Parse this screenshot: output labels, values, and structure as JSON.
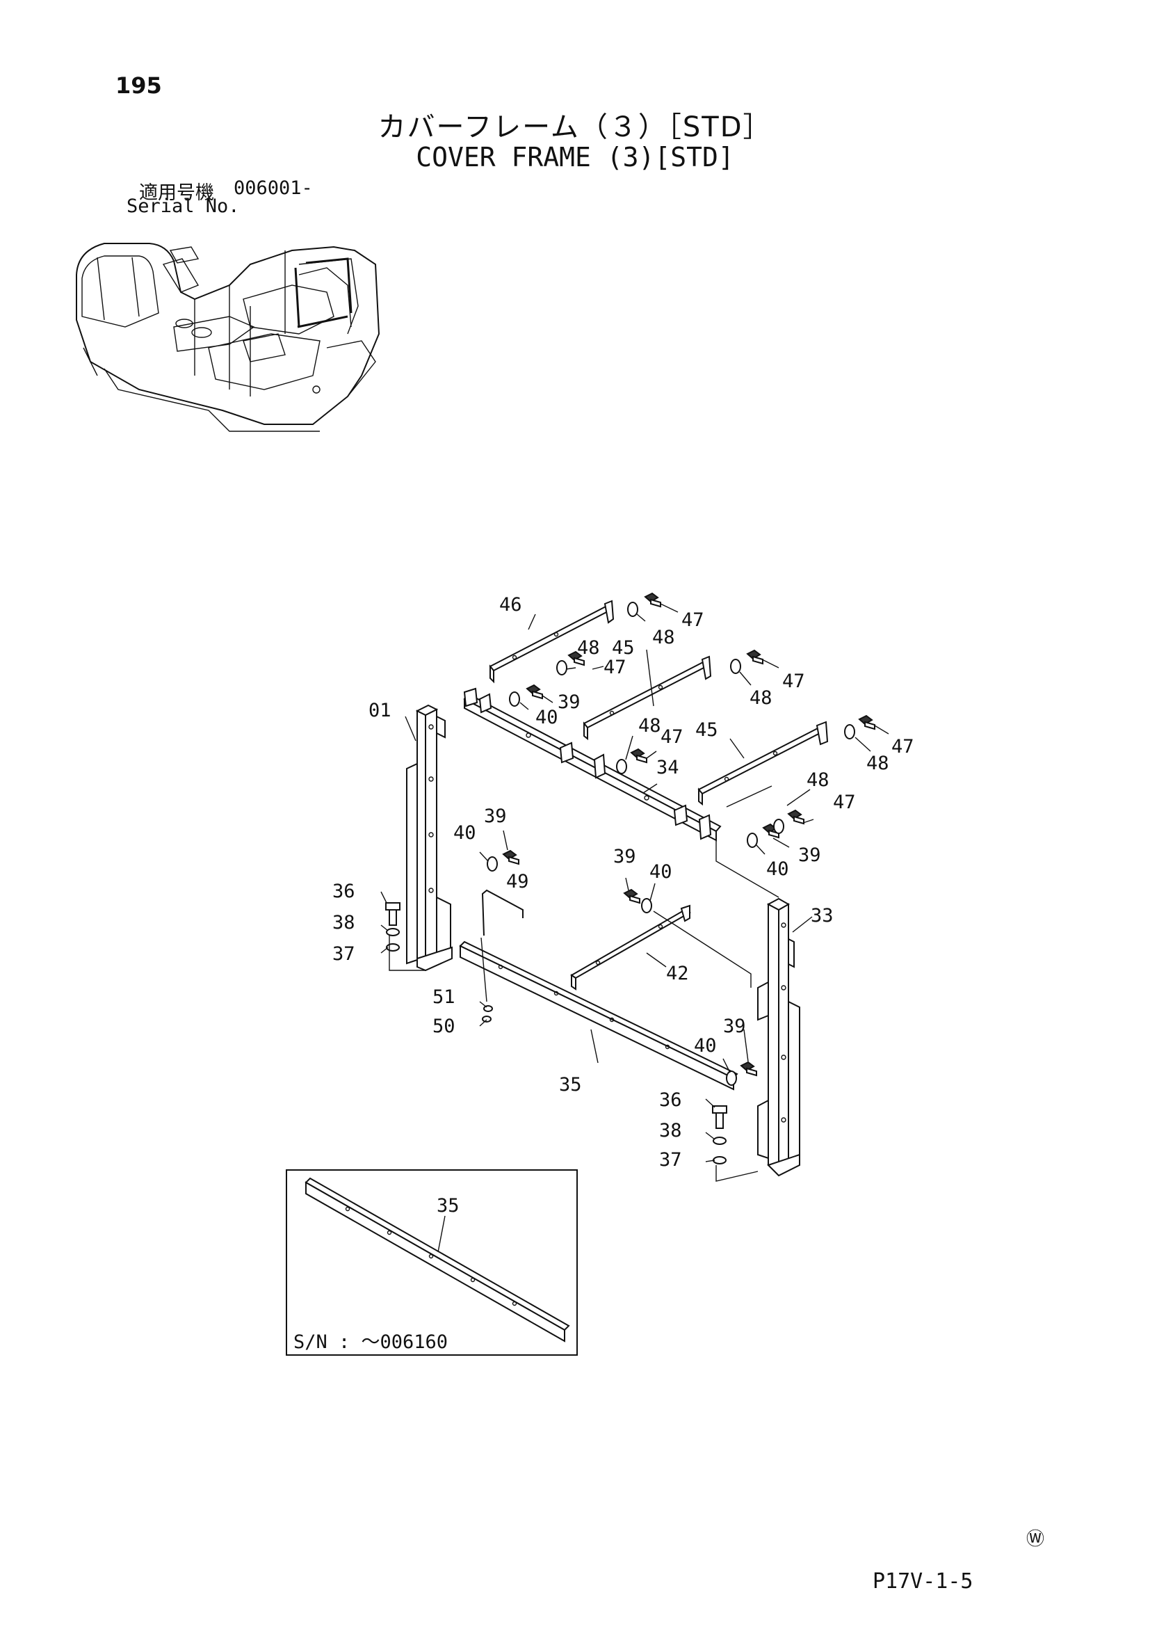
{
  "header": {
    "page_number": "195",
    "title_jp": "カバーフレーム（３）［STD］",
    "title_en": "COVER FRAME (3)[STD]",
    "serial_label_jp": "適用号機",
    "serial_value": "006001-",
    "serial_label_en": "Serial No."
  },
  "callouts": [
    "46",
    "47",
    "48",
    "48",
    "45",
    "47",
    "47",
    "48",
    "01",
    "39",
    "40",
    "48",
    "47",
    "45",
    "47",
    "48",
    "34",
    "48",
    "47",
    "39",
    "40",
    "40",
    "39",
    "40",
    "39",
    "49",
    "33",
    "36",
    "38",
    "42",
    "37",
    "51",
    "50",
    "39",
    "40",
    "35",
    "36",
    "38",
    "37"
  ],
  "inset": {
    "part_label": "35",
    "serial_text": "S/N :  ～006160"
  },
  "footer": {
    "copyright_mark": "Ⓦ",
    "page_code": "P17V-1-5"
  }
}
